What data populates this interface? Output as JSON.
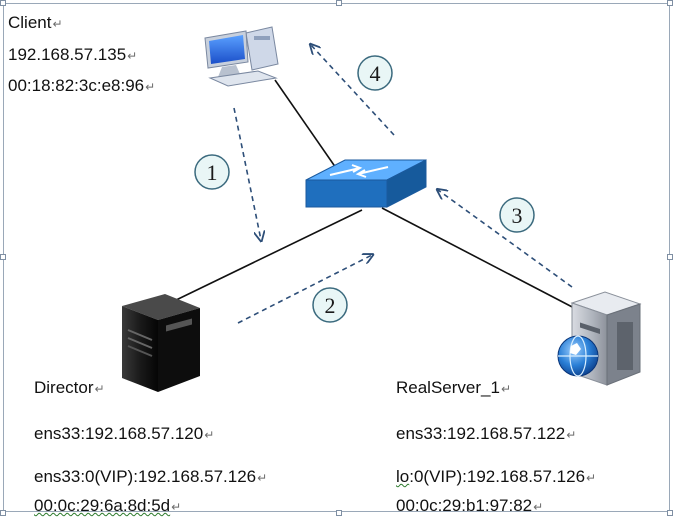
{
  "client": {
    "title": "Client",
    "ip": "192.168.57.135",
    "mac": "00:18:82:3c:e8:96"
  },
  "director": {
    "title": "Director",
    "ens33": "ens33:192.168.57.120",
    "vip": "ens33:0(VIP):192.168.57.126",
    "mac": "00:0c:29:6a:8d:5d"
  },
  "realserver": {
    "title": "RealServer_1",
    "ens33": "ens33:192.168.57.122",
    "vip_prefix": "lo",
    "vip_rest": ":0(VIP):192.168.57.126",
    "mac": "00:0c:29:b1:97:82"
  },
  "steps": [
    "1",
    "2",
    "3",
    "4"
  ],
  "paragraph_mark": "↵",
  "colors": {
    "arrow": "#2d4e78",
    "badge_fill": "#e9f6f6",
    "badge_stroke": "#3b6a7e",
    "switch": "#1f6fbe",
    "line": "#111111"
  },
  "icons": [
    "client-computer-icon",
    "network-switch-icon",
    "director-server-icon",
    "realserver-web-server-icon"
  ]
}
